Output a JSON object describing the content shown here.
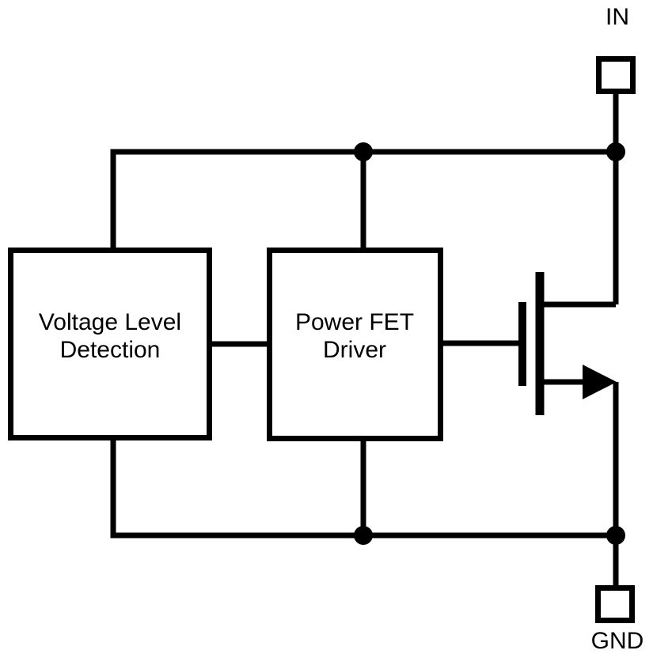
{
  "diagram": {
    "kind": "circuit-block-diagram",
    "colors": {
      "line": "#000000",
      "background": "#ffffff"
    },
    "terminals": {
      "in": {
        "label": "IN"
      },
      "gnd": {
        "label": "GND"
      }
    },
    "blocks": {
      "voltage_level_detection": {
        "lines": [
          "Voltage Level",
          "Detection"
        ]
      },
      "power_fet_driver": {
        "lines": [
          "Power FET",
          "Driver"
        ]
      }
    },
    "components": {
      "power_fet": "n-channel-power-mosfet-symbol"
    }
  }
}
